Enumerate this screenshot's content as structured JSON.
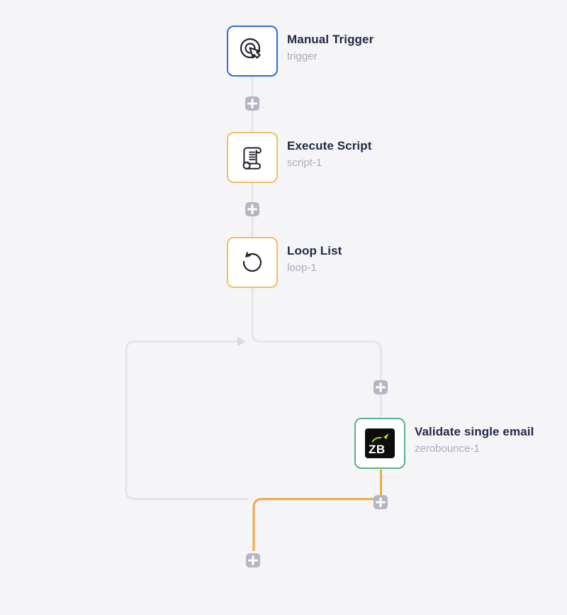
{
  "colors": {
    "background": "#f5f5f7",
    "connector": "#e4e4eb",
    "connector_arrow": "#d9dae3",
    "active_connector": "#f2a842",
    "plus_button": "#b5b6c4",
    "plus_glyph": "#ffffff",
    "node_bg": "#ffffff",
    "title": "#232948",
    "subtitle": "#a9adb9",
    "icon_stroke": "#21252f",
    "trigger_border": "#2d6ae3",
    "script_border": "#f2be66",
    "loop_border": "#f2be66",
    "zerobounce_border": "#55b287",
    "zb_logo_bg": "#0d0d0d",
    "zb_logo_text": "#ffffff",
    "zb_logo_accent": "#d7d320"
  },
  "workflow": {
    "nodes": [
      {
        "title": "Manual Trigger",
        "subtitle": "trigger",
        "icon": "cursor-click-icon"
      },
      {
        "title": "Execute Script",
        "subtitle": "script-1",
        "icon": "scroll-icon"
      },
      {
        "title": "Loop List",
        "subtitle": "loop-1",
        "icon": "loop-icon"
      },
      {
        "title": "Validate single email",
        "subtitle": "zerobounce-1",
        "icon": "zerobounce-logo",
        "logo_text": "ZB"
      }
    ],
    "add_button": {
      "glyph": "plus-icon",
      "count": 5
    }
  }
}
